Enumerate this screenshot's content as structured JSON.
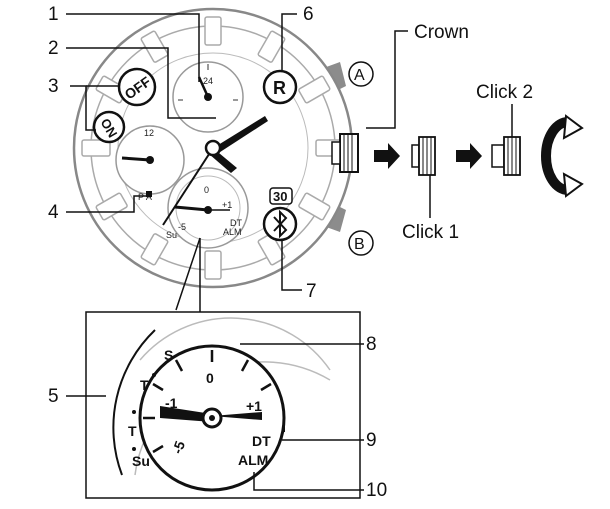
{
  "callouts": {
    "n1": "1",
    "n2": "2",
    "n3": "3",
    "n4": "4",
    "n5": "5",
    "n6": "6",
    "n7": "7",
    "n8": "8",
    "n9": "9",
    "n10": "10"
  },
  "labels": {
    "crown": "Crown",
    "click1": "Click 1",
    "click2": "Click 2",
    "button_a": "A",
    "button_b": "B"
  },
  "watch_face": {
    "off": "OFF",
    "on": "ON",
    "r": "R",
    "thirty": "30",
    "h24": "24",
    "h12": "12",
    "pa": "P  A",
    "zero": "0",
    "plus1": "+1",
    "minus5": "-5",
    "dt": "DT",
    "alm": "ALM",
    "su": "Su"
  },
  "detail": {
    "s": "S",
    "t_top": "T",
    "t_bot": "T",
    "su": "Su",
    "zero": "0",
    "plus1": "+1",
    "minus1": "-1",
    "minus5": "-5",
    "dt": "DT",
    "alm": "ALM"
  },
  "icons": [
    "bluetooth-icon",
    "arrow-right-icon",
    "rotate-icon",
    "crown-icon"
  ]
}
